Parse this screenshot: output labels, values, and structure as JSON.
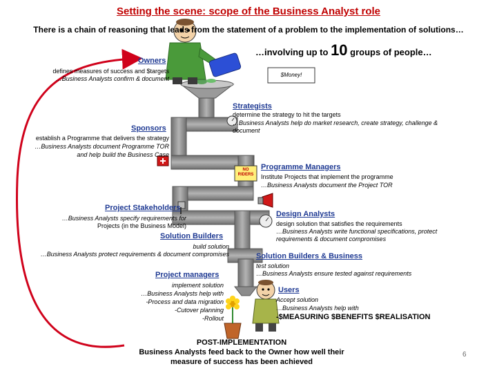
{
  "title": "Setting the scene: scope of the Business Analyst role",
  "subtitle": "There is a chain of reasoning that leads from the statement of a problem to the implementation of solutions…",
  "involving": {
    "prefix": "…involving up to",
    "number": "10",
    "suffix": "groups of people…"
  },
  "money_sign": "$Money!",
  "no_riders_sign": [
    "NO",
    "RIDERS"
  ],
  "groups": {
    "owners": {
      "label": "Owners",
      "line1": "defines measures of success and $targets",
      "line2": "…Business Analysts confirm & document"
    },
    "strategists": {
      "label": "Strategists",
      "line1": "determine the strategy to hit the targets",
      "line2": "…Business Analysts help do market research, create strategy, challenge &",
      "line3": "document"
    },
    "sponsors": {
      "label": "Sponsors",
      "line1": "establish a Programme that delivers the strategy",
      "line2": "…Business Analysts document Programme TOR",
      "line3": "and help build the Business Case"
    },
    "programme_managers": {
      "label": "Programme Managers",
      "line1": "Institute Projects that implement the programme",
      "line2": "…Business Analysts document the Project TOR"
    },
    "project_stakeholders": {
      "label": "Project Stakeholders",
      "line1": "…Business Analysts specify requirements for",
      "line2": "Projects (in the Business Model)"
    },
    "design_analysts": {
      "label": "Design Analysts",
      "line1": "design solution that satisfies the requirements",
      "line2": "…Business Analysts write functional specifications, protect",
      "line3": "requirements & document compromises"
    },
    "solution_builders": {
      "label": "Solution Builders",
      "line1": "build solution",
      "line2": "…Business Analysts protect requirements & document compromises"
    },
    "solution_builders_business": {
      "label": "Solution Builders & Business",
      "line1": "test solution",
      "line2": "…Business Analysts ensure tested against requirements"
    },
    "project_managers": {
      "label": "Project managers",
      "line1": "implement solution",
      "line2": "…Business Analysts help with",
      "line3": "-Process and data migration",
      "line4": "-Cutover planning",
      "line5": "-Rollout"
    },
    "users": {
      "label": "Users",
      "line1": "Accept solution",
      "line2": "…Business Analysts help with",
      "line3": "-$MEASURING $BENEFITS $REALISATION"
    }
  },
  "post": {
    "line1": "POST-IMPLEMENTATION",
    "line2": "Business Analysts feed back to the Owner how well their",
    "line3": "measure of success has been achieved"
  },
  "page_number": "6",
  "colors": {
    "title": "#c00000",
    "heading": "#1f3a93",
    "feedback_arrow": "#d0021b",
    "pipe": "#8c8c8c",
    "flame": "#d01818"
  }
}
